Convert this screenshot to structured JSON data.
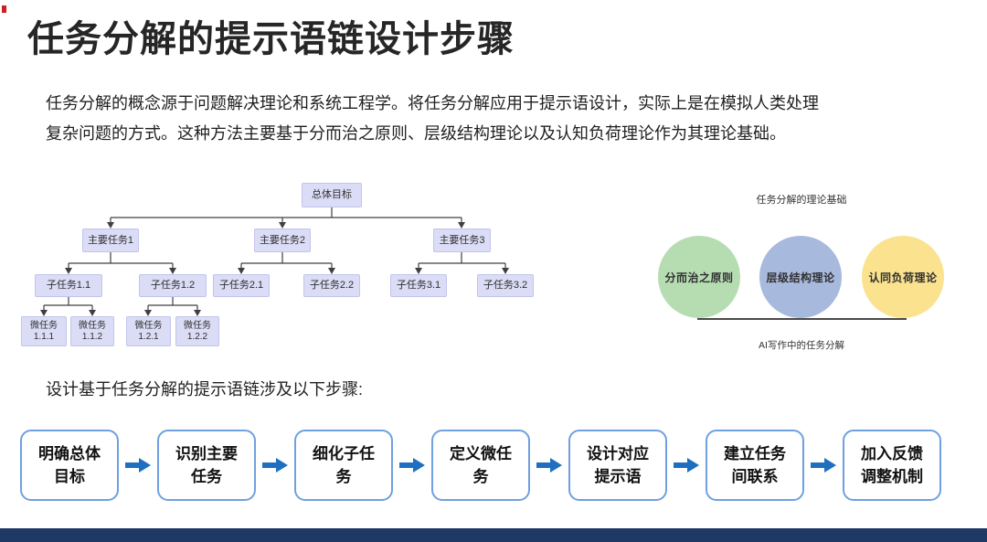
{
  "slide": {
    "title": "任务分解的提示语链设计步骤",
    "intro_lines": [
      "任务分解的概念源于问题解决理论和系统工程学。将任务分解应用于提示语设计，实际上是在模拟人类处理",
      "复杂问题的方式。这种方法主要基于分而治之原则、层级结构理论以及认知负荷理论作为其理论基础。"
    ],
    "steps_intro": "设计基于任务分解的提示语链涉及以下步骤:",
    "accent_red": "#cc1f1f",
    "footer_color": "#1f3864"
  },
  "tree": {
    "root": "总体目标",
    "main_tasks": [
      "主要任务1",
      "主要任务2",
      "主要任务3"
    ],
    "sub_tasks": [
      "子任务1.1",
      "子任务1.2",
      "子任务2.1",
      "子任务2.2",
      "子任务3.1",
      "子任务3.2"
    ],
    "micro_tasks": [
      {
        "line1": "微任务",
        "line2": "1.1.1"
      },
      {
        "line1": "微任务",
        "line2": "1.1.2"
      },
      {
        "line1": "微任务",
        "line2": "1.2.1"
      },
      {
        "line1": "微任务",
        "line2": "1.2.2"
      }
    ],
    "box_fill": "#dbdcf6",
    "box_border": "#c3c4ec",
    "connector_color": "#404040"
  },
  "theory": {
    "title": "任务分解的理论基础",
    "circles": [
      {
        "label": "分而治之原则",
        "color": "#b6ddb2"
      },
      {
        "label": "层级结构理论",
        "color": "#a8b9de"
      },
      {
        "label": "认同负荷理论",
        "color": "#fae28f"
      }
    ],
    "caption": "AI写作中的任务分解"
  },
  "flow": {
    "border_color": "#6fa0e0",
    "arrow_color": "#1f6fc0",
    "steps": [
      {
        "line1": "明确总体",
        "line2": "目标"
      },
      {
        "line1": "识别主要",
        "line2": "任务"
      },
      {
        "line1": "细化子任",
        "line2": "务"
      },
      {
        "line1": "定义微任",
        "line2": "务"
      },
      {
        "line1": "设计对应",
        "line2": "提示语"
      },
      {
        "line1": "建立任务",
        "line2": "间联系"
      },
      {
        "line1": "加入反馈",
        "line2": "调整机制"
      }
    ]
  }
}
